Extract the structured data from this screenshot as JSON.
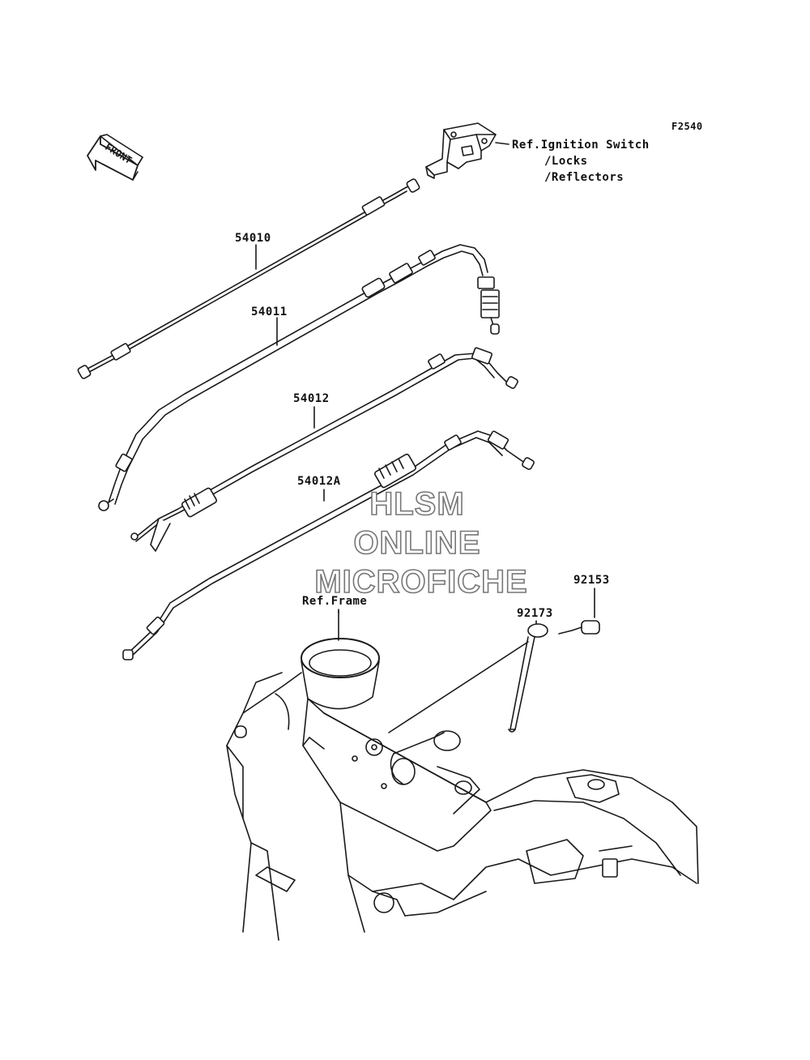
{
  "figure_code": "F2540",
  "front_label": "FRONT",
  "callouts": {
    "ignition_ref": [
      "Ref.Ignition Switch",
      "/Locks",
      "/Reflectors"
    ],
    "frame_ref": "Ref.Frame",
    "part_54010": "54010",
    "part_54011": "54011",
    "part_54012": "54012",
    "part_54012A": "54012A",
    "part_92153": "92153",
    "part_92173": "92173"
  },
  "watermark": [
    "HLSM",
    "ONLINE",
    "MICROFICHE"
  ],
  "colors": {
    "line": "#1a1a1a",
    "watermark_outline": "#777777"
  }
}
